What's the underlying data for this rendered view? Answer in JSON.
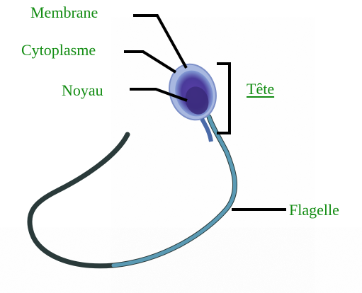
{
  "labels": {
    "membrane": "Membrane",
    "cytoplasme": "Cytoplasme",
    "noyau": "Noyau",
    "tete": "Tête",
    "flagelle": "Flagelle"
  },
  "colors": {
    "label": "#128c12",
    "leader": "#000000",
    "flagellum_dark": "#2a3a3a",
    "flagellum": "#4a86a0",
    "head_outer": "#6e88c8",
    "head_inner": "#4a3a9a",
    "nucleus": "#3a2a7a"
  }
}
